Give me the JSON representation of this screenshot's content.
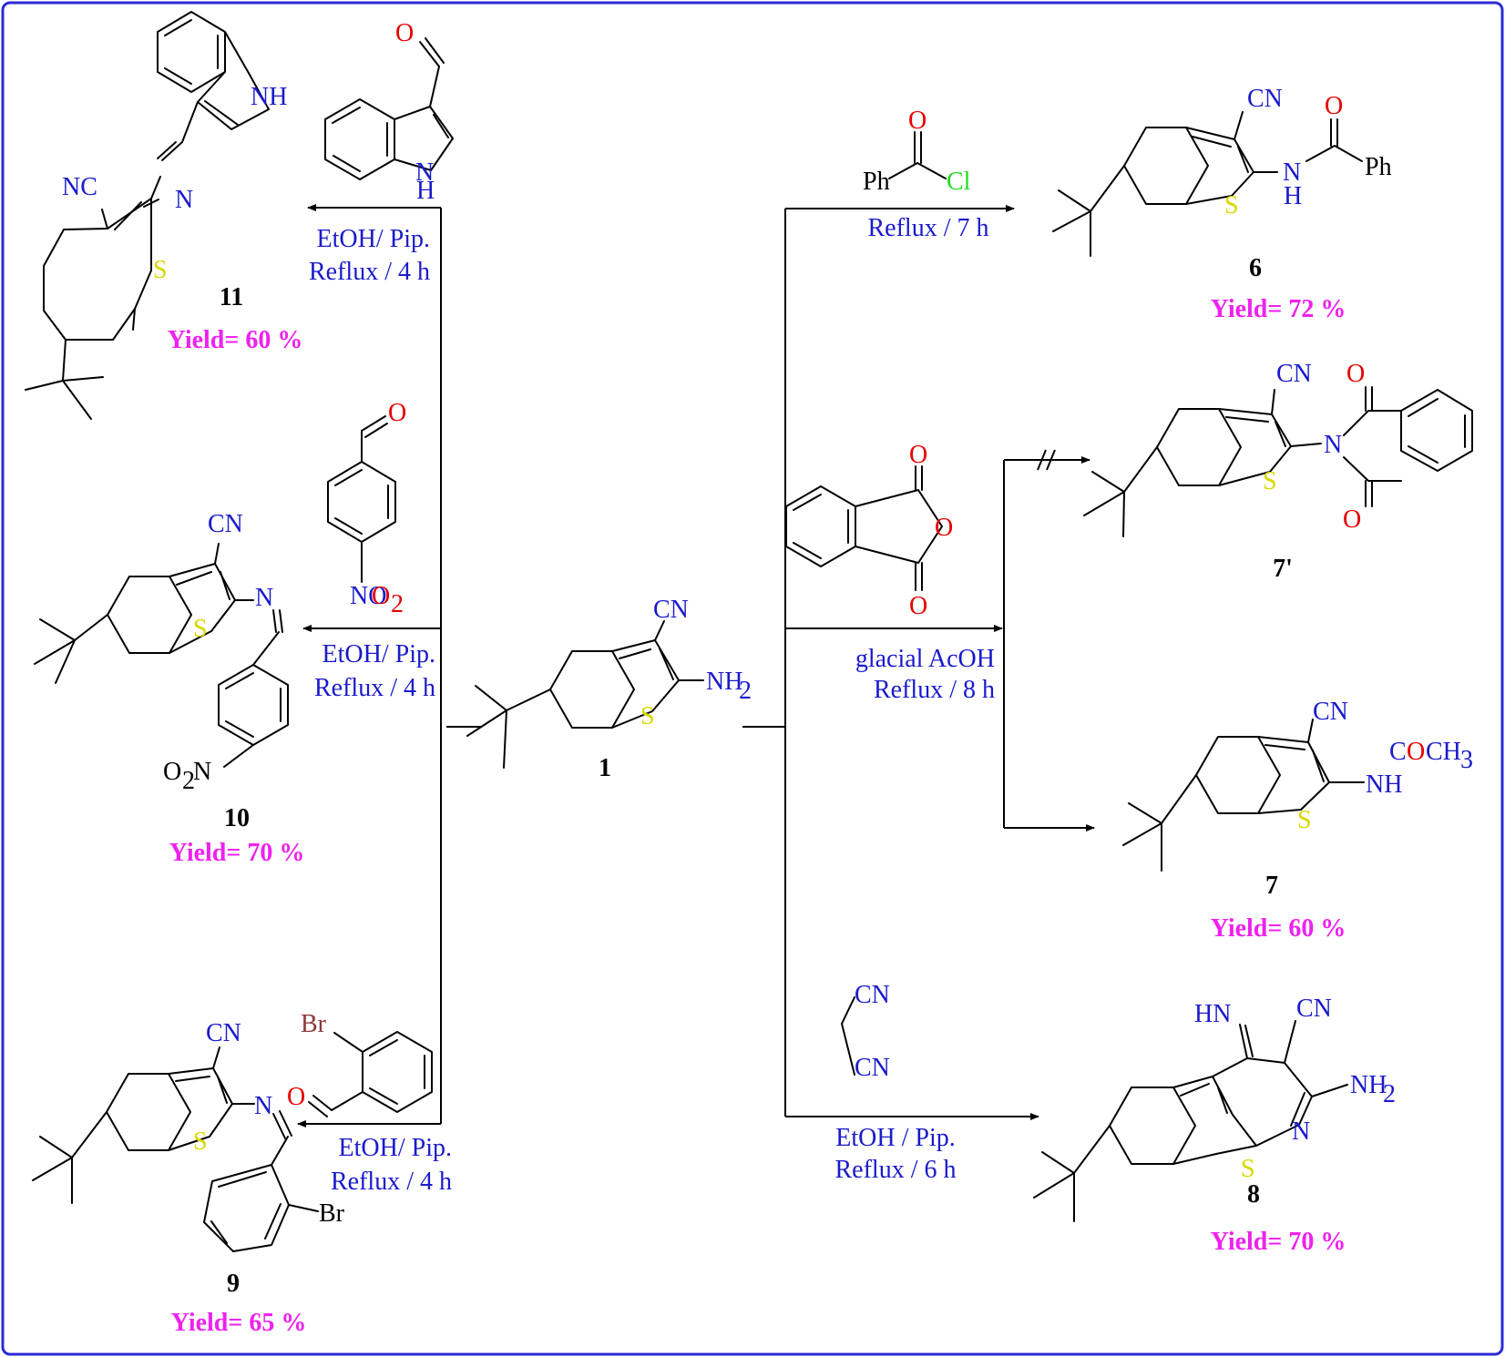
{
  "colors": {
    "frame": "#2b2bd6",
    "conditions": "#1a1acc",
    "yield": "#ee22ee",
    "oxygen": "#e60000",
    "sulfur": "#d8d800",
    "chlorine": "#22dd22",
    "bromine": "#8b3a3a"
  },
  "atoms": {
    "CN": "CN",
    "NC": "NC",
    "N": "N",
    "H": "H",
    "NH": "NH",
    "HN": "HN",
    "O": "O",
    "S": "S",
    "Ph": "Ph",
    "Cl": "Cl",
    "Br": "Br",
    "NH2": {
      "main": "NH",
      "sub": "2"
    },
    "NO2": {
      "main": "NO",
      "sub": "2"
    },
    "O2N": {
      "pre": "O",
      "sub": "2",
      "post": "N"
    },
    "COCH3": {
      "c1": "C",
      "o": "O",
      "ch": "CH",
      "sub": "3"
    }
  },
  "conditions": {
    "c11": [
      "EtOH/ Pip.",
      "Reflux / 4 h"
    ],
    "c10": [
      "EtOH/ Pip.",
      "Reflux / 4 h"
    ],
    "c9": [
      "EtOH/ Pip.",
      "Reflux / 4 h"
    ],
    "c6": [
      "Reflux / 7 h"
    ],
    "c7": [
      "glacial AcOH",
      "Reflux / 8 h"
    ],
    "c8": [
      "EtOH / Pip.",
      "Reflux / 6 h"
    ]
  },
  "compounds": [
    {
      "id": "1",
      "label": "1"
    },
    {
      "id": "6",
      "label": "6",
      "yield": "Yield= 72 %"
    },
    {
      "id": "7p",
      "label": "7'"
    },
    {
      "id": "7",
      "label": "7",
      "yield": "Yield= 60 %"
    },
    {
      "id": "8",
      "label": "8",
      "yield": "Yield= 70 %"
    },
    {
      "id": "9",
      "label": "9",
      "yield": "Yield= 65 %"
    },
    {
      "id": "10",
      "label": "10",
      "yield": "Yield= 70 %"
    },
    {
      "id": "11",
      "label": "11",
      "yield": "Yield= 60 %"
    }
  ]
}
